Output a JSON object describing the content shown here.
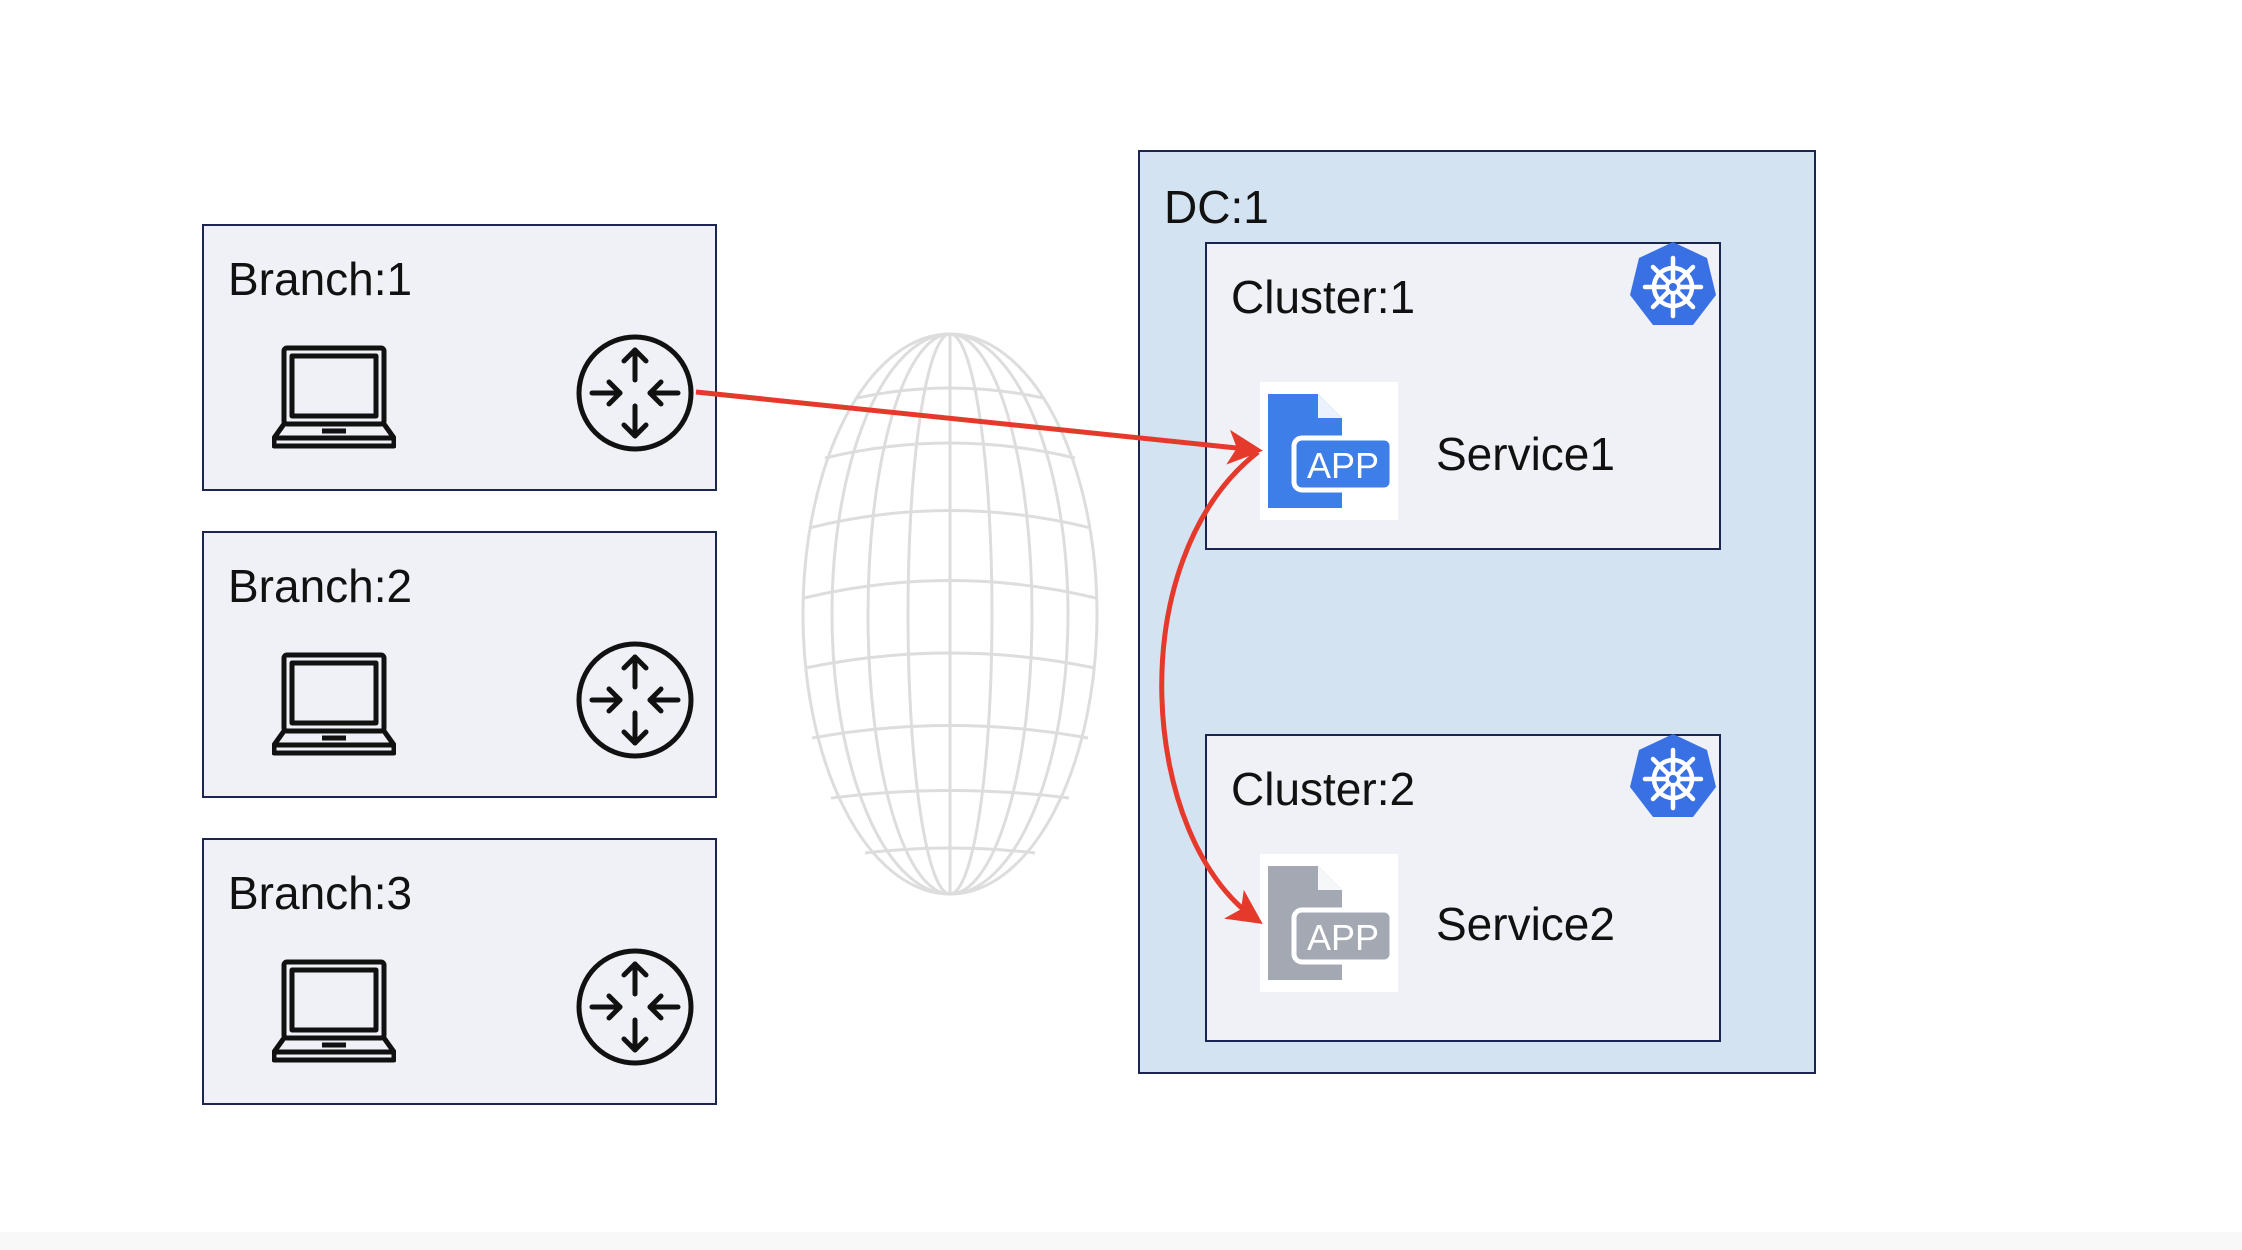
{
  "branches": [
    {
      "label": "Branch:1"
    },
    {
      "label": "Branch:2"
    },
    {
      "label": "Branch:3"
    }
  ],
  "dc": {
    "label": "DC:1"
  },
  "clusters": [
    {
      "label": "Cluster:1",
      "service": "Service1",
      "app_text": "APP",
      "app_color": "#3d7ee9"
    },
    {
      "label": "Cluster:2",
      "service": "Service2",
      "app_text": "APP",
      "app_color": "#a3a8b2"
    }
  ],
  "colors": {
    "border": "#1b2550",
    "branch_bg": "#eff1f7",
    "dc_bg": "#d3e3f2",
    "arrow": "#e53a2b",
    "kubernetes": "#3970e4",
    "globe": "#dddddd"
  },
  "icons": {
    "laptop": "laptop-icon",
    "router": "router-icon",
    "kubernetes": "kubernetes-icon",
    "app": "app-icon",
    "globe": "globe-icon"
  }
}
